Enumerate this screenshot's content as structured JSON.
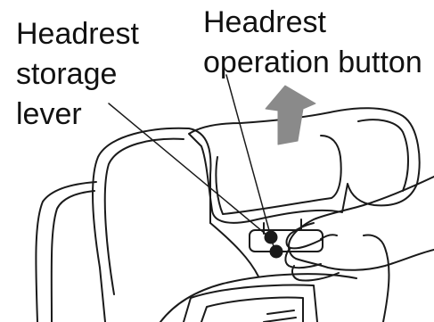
{
  "labels": {
    "storage_lever": [
      "Headrest",
      "storage",
      "lever"
    ],
    "operation_button": [
      "Headrest",
      "operation button"
    ]
  },
  "icons": {
    "direction_arrow": "up-arrow",
    "arrow_color": "#8a8a8a"
  }
}
